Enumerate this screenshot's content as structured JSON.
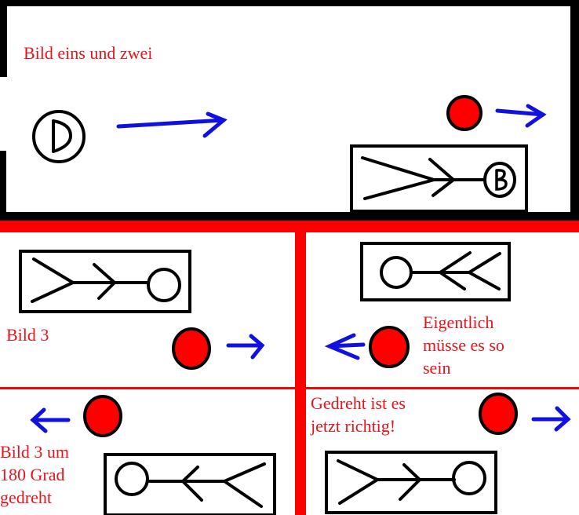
{
  "colors": {
    "label_red": "#e8141c",
    "divider_red": "#ff0000",
    "wall_black": "#000000",
    "arrow_blue": "#1010e0",
    "ball_red": "#ff0000"
  },
  "panels": {
    "top": {
      "label": "Bild eins und zwei",
      "circle_letter": "D",
      "symbol_letter": "B"
    },
    "middle_left": {
      "label": "Bild 3"
    },
    "middle_right": {
      "label": "Eigentlich\nmüsse es so\nsein"
    },
    "bottom_left": {
      "label": "Bild 3 um\n180 Grad\ngedreht"
    },
    "bottom_right": {
      "label": "Gedreht ist es\njetzt richtig!"
    }
  }
}
